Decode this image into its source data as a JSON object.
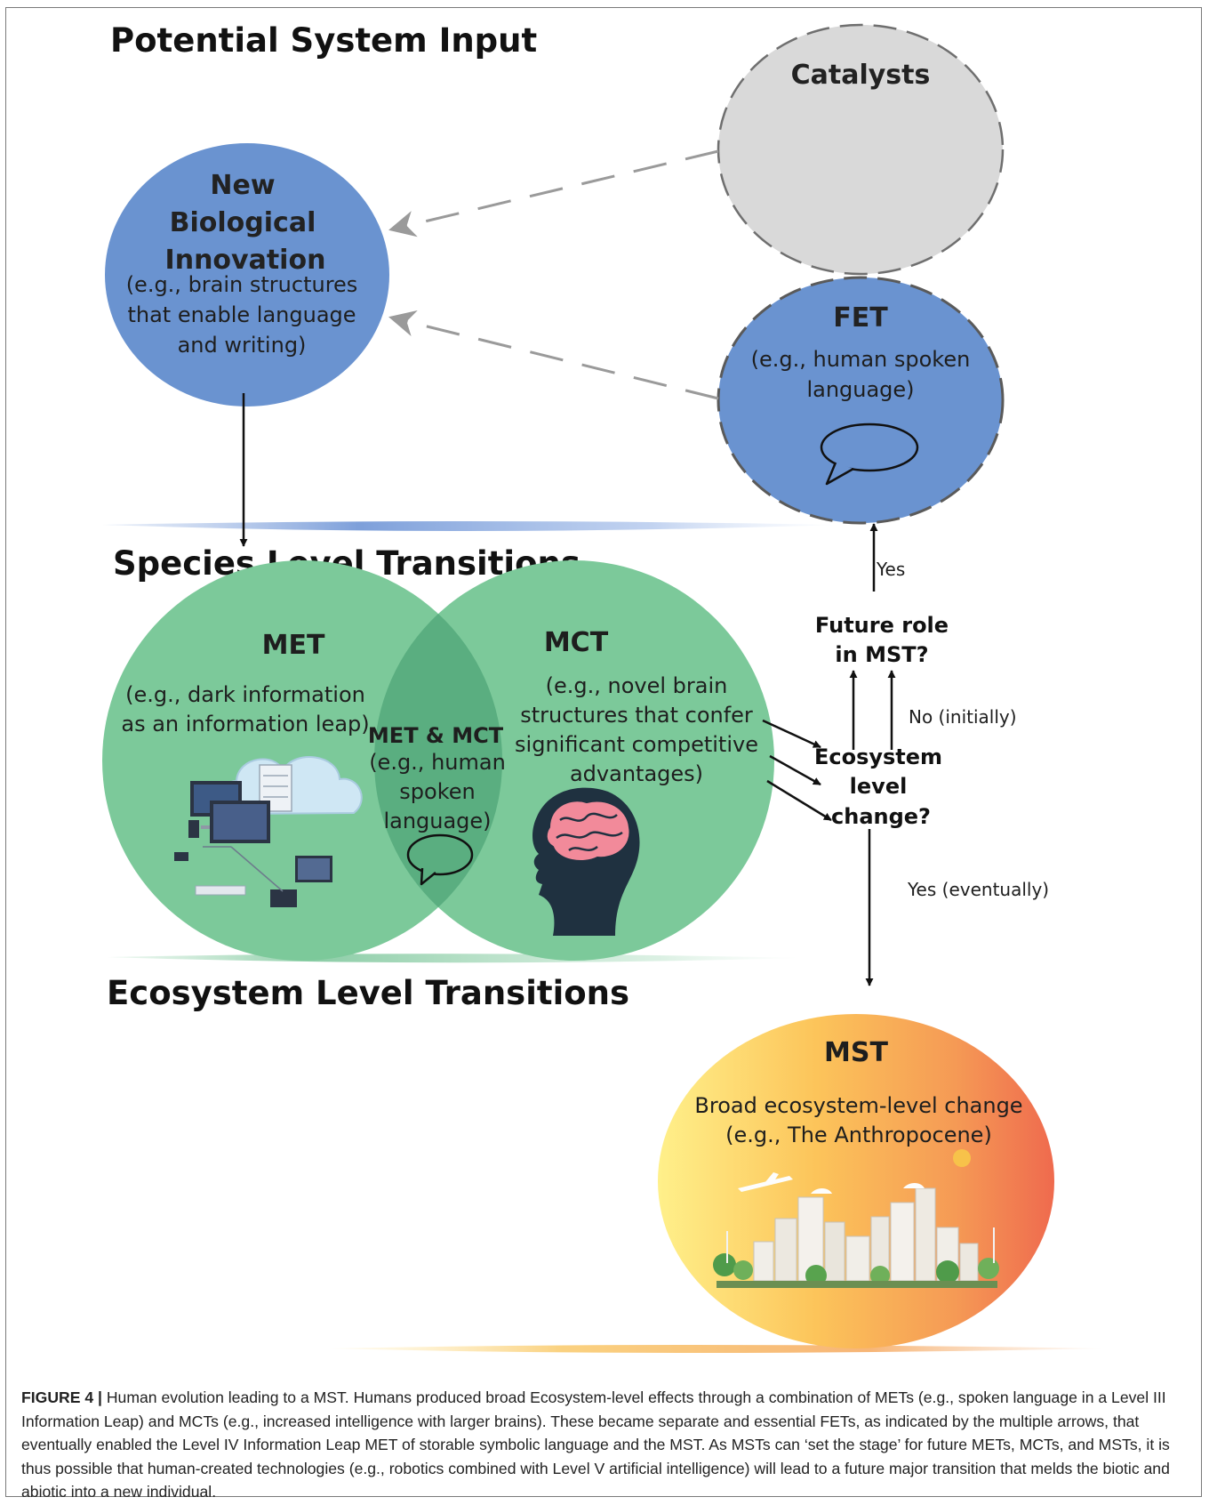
{
  "sections": {
    "potential": "Potential System Input",
    "species": "Species Level Transitions",
    "ecosystem": "Ecosystem Level Transitions"
  },
  "catalysts": {
    "title": "Catalysts"
  },
  "new_bio": {
    "title_lines": [
      "New",
      "Biological",
      "Innovation"
    ],
    "desc_lines": [
      "(e.g., brain structures",
      "that enable language",
      "and writing)"
    ]
  },
  "fet": {
    "title": "FET",
    "desc_lines": [
      "(e.g., human spoken",
      "language)"
    ]
  },
  "met": {
    "title": "MET",
    "desc_lines": [
      "(e.g., dark information",
      "as an information leap)"
    ]
  },
  "met_mct": {
    "title": "MET & MCT",
    "desc_lines": [
      "(e.g., human",
      "spoken",
      "language)"
    ]
  },
  "mct": {
    "title": "MCT",
    "desc_lines": [
      "(e.g., novel brain",
      "structures that confer",
      "significant competitive",
      "advantages)"
    ]
  },
  "decisions": {
    "future_lines": [
      "Future role",
      "in MST?"
    ],
    "eco_lines": [
      "Ecosystem",
      "level",
      "change?"
    ],
    "yes": "Yes",
    "no_initially": "No (initially)",
    "yes_eventually": "Yes (eventually)"
  },
  "mst": {
    "title": "MST",
    "desc_lines": [
      "Broad ecosystem-level change",
      "(e.g., The Anthropocene)"
    ]
  },
  "caption": {
    "label": "FIGURE 4 |",
    "text": " Human evolution leading to a MST. Humans produced broad Ecosystem-level effects through a combination of METs (e.g., spoken language in a Level III Information Leap) and MCTs (e.g., increased intelligence with larger brains). These became separate and essential FETs, as indicated by the multiple arrows, that eventually enabled the Level IV Information Leap MET of storable symbolic language and the MST. As MSTs can ‘set the stage’ for future METs, MCTs, and MSTs, it is thus possible that human-created technologies (e.g., robotics combined with Level V artificial intelligence) will lead to a future major transition that melds the biotic and abiotic into a new individual."
  },
  "colors": {
    "blue_circle": "#6a93d0",
    "gray_circle": "#d9d9d9",
    "green_circle": "#7cc99a",
    "green_overlap": "#5aae80",
    "mst_left": "#ffe774",
    "mst_right": "#ef6a4e"
  }
}
